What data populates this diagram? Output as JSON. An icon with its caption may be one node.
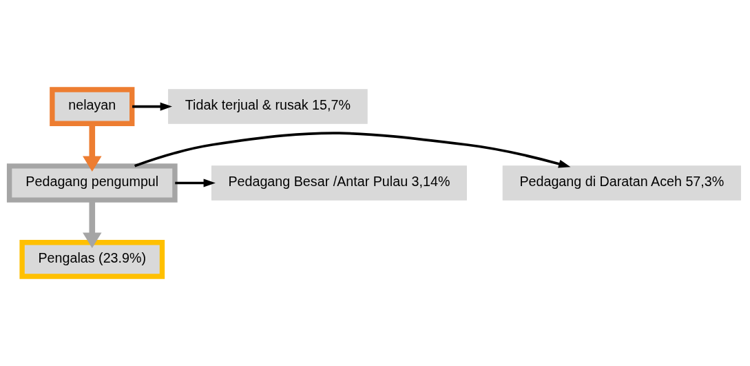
{
  "diagram": {
    "nodes": [
      {
        "text": [
          "nelayan"
        ]
      },
      {
        "text": [
          "Tidak terjual & rusak 15,7%"
        ]
      },
      {
        "text": [
          "Pedagang pengumpul"
        ]
      },
      {
        "text": [
          "Pedagang di Daratan Aceh 57,3%"
        ]
      },
      {
        "text": [
          "Pedagang Besar /Antar Pulau 3,14%"
        ]
      },
      {
        "text": [
          "Pengalas (23.9%)"
        ]
      }
    ],
    "edges": [
      {
        "from": 0,
        "to": 1,
        "arrow": "to"
      },
      {
        "from": 0,
        "to": 2,
        "arrow": "to",
        "style": "thick",
        "color": "#ed7d31"
      },
      {
        "from": 2,
        "to": 3,
        "arrow": "to"
      },
      {
        "from": 2,
        "to": 4,
        "arrow": "to"
      },
      {
        "from": 2,
        "to": 5,
        "arrow": "to",
        "style": "thick",
        "color": "#a5a5a5"
      }
    ]
  }
}
